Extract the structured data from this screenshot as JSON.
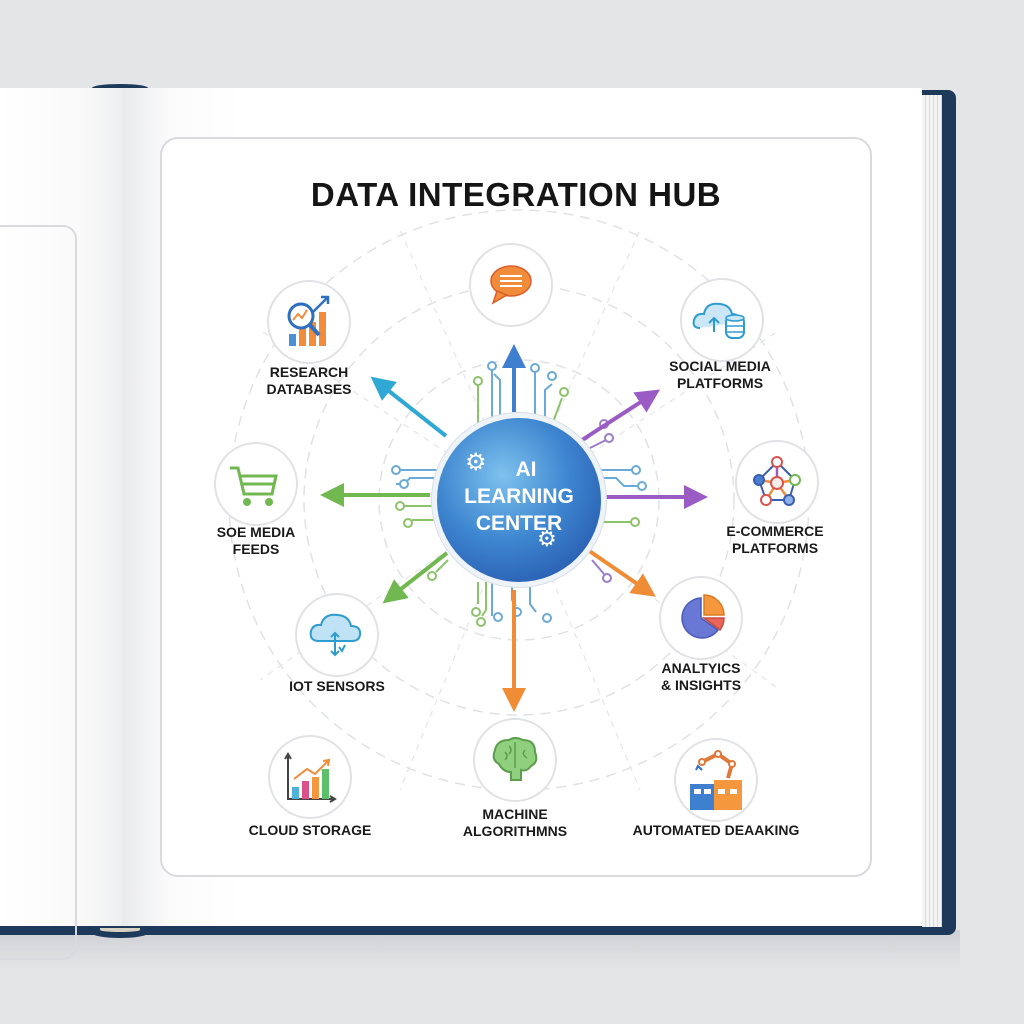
{
  "page": {
    "title": "DATA INTEGRATION HUB"
  },
  "hub": {
    "line1": "AI",
    "line2": "LEARNING",
    "line3": "CENTER",
    "icon": "gear-icon",
    "gradient": [
      "#7ec2ee",
      "#3e86d0",
      "#214f9c"
    ]
  },
  "nodes": [
    {
      "id": "research-databases",
      "line1": "RESEARCH",
      "line2": "DATABASES",
      "icon": "magnifier-chart-icon"
    },
    {
      "id": "chat",
      "line1": "",
      "line2": "",
      "icon": "chat-bubble-icon"
    },
    {
      "id": "social-media-platforms",
      "line1": "SOCIAL MEDIA",
      "line2": "PLATFORMS",
      "icon": "cloud-database-icon"
    },
    {
      "id": "soe-media-feeds",
      "line1": "SOE MEDIA",
      "line2": "FEEDS",
      "icon": "shopping-cart-icon"
    },
    {
      "id": "e-commerce-platforms",
      "line1": "E-COMMERCE",
      "line2": "PLATFORMS",
      "icon": "network-graph-icon"
    },
    {
      "id": "iot-sensors",
      "line1": "IOT SENSORS",
      "line2": "",
      "icon": "cloud-transfer-icon"
    },
    {
      "id": "analytics-insights",
      "line1": "ANALTYICS",
      "line2": "& INSIGHTS",
      "icon": "pie-chart-icon"
    },
    {
      "id": "cloud-storage",
      "line1": "CLOUD STORAGE",
      "line2": "",
      "icon": "bar-chart-trend-icon"
    },
    {
      "id": "machine-algorithms",
      "line1": "MACHINE",
      "line2": "ALGORITHMNS",
      "icon": "brain-icon"
    },
    {
      "id": "automated-deaaking",
      "line1": "AUTOMATED DEAAKING",
      "line2": "",
      "icon": "robot-arm-icon"
    }
  ],
  "arrows": [
    {
      "direction": "up",
      "color": "#3f7fcf"
    },
    {
      "direction": "up-left",
      "color": "#2fa8d6"
    },
    {
      "direction": "up-right",
      "color": "#9a5cc4"
    },
    {
      "direction": "left",
      "color": "#72b850"
    },
    {
      "direction": "right",
      "color": "#9a5cc4"
    },
    {
      "direction": "down-left",
      "color": "#72b850"
    },
    {
      "direction": "down-right",
      "color": "#ef8c35"
    },
    {
      "direction": "down",
      "color": "#ef8c35"
    }
  ],
  "colors": {
    "book_cover": "#1e3a5a",
    "background": "#e4e5e7",
    "panel_border": "#d8dadd",
    "title_text": "#151515"
  }
}
